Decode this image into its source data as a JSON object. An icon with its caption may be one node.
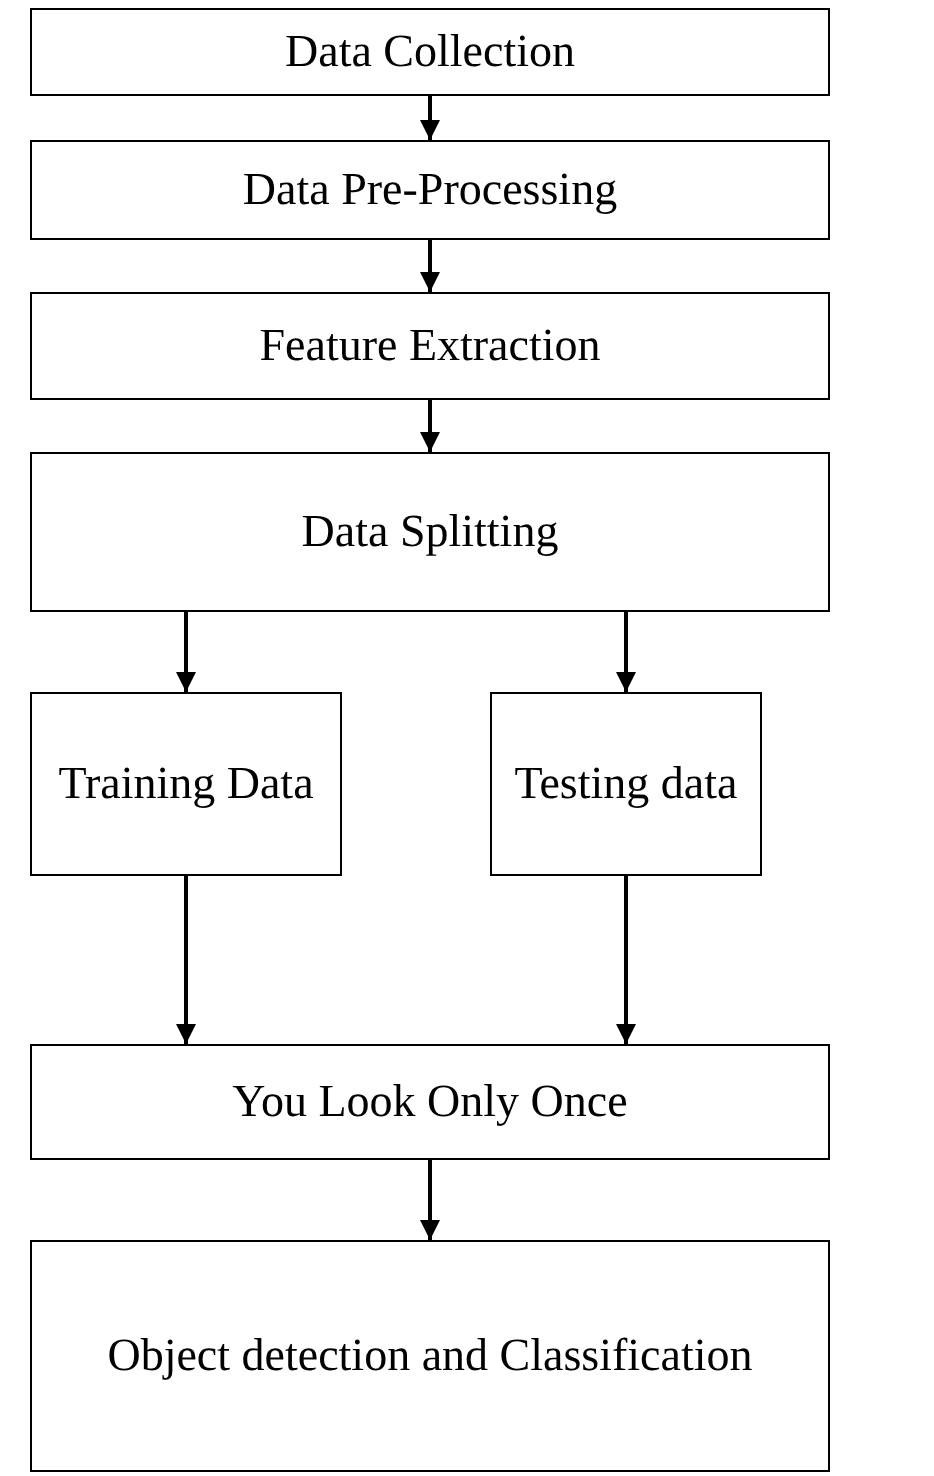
{
  "diagram": {
    "nodes": [
      {
        "text": [
          "Data Collection"
        ]
      },
      {
        "text": [
          "Data Pre-Processing"
        ]
      },
      {
        "text": [
          "Feature Extraction"
        ]
      },
      {
        "text": [
          "Data Splitting"
        ]
      },
      {
        "text": [
          "Training Data"
        ]
      },
      {
        "text": [
          "Testing data"
        ]
      },
      {
        "text": [
          "You Look Only Once"
        ]
      },
      {
        "text": [
          "Object detection and Classification"
        ]
      }
    ],
    "edges": [
      {
        "from": 0,
        "to": 1,
        "arrow": "to"
      },
      {
        "from": 1,
        "to": 2,
        "arrow": "to"
      },
      {
        "from": 2,
        "to": 3,
        "arrow": "to"
      },
      {
        "from": 3,
        "to": 4,
        "arrow": "to"
      },
      {
        "from": 3,
        "to": 5,
        "arrow": "to"
      },
      {
        "from": 4,
        "to": 6,
        "arrow": "to"
      },
      {
        "from": 5,
        "to": 6,
        "arrow": "to"
      },
      {
        "from": 6,
        "to": 7,
        "arrow": "to"
      }
    ]
  }
}
